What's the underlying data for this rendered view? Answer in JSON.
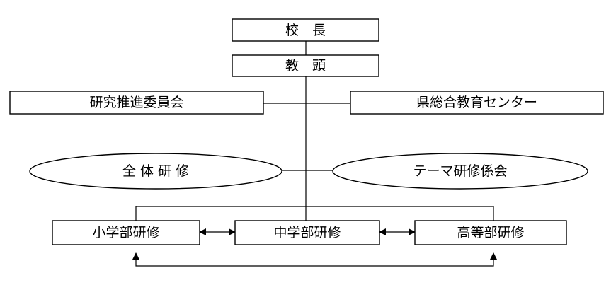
{
  "diagram": {
    "nodes": {
      "principal": "校　長",
      "vice_principal": "教　頭",
      "research_committee": "研究推進委員会",
      "education_center": "県総合教育センター",
      "all_training": "全 体 研 修",
      "theme_training": "テーマ研修係会",
      "elementary": "小学部研修",
      "junior_high": "中学部研修",
      "high_school": "高等部研修"
    }
  }
}
